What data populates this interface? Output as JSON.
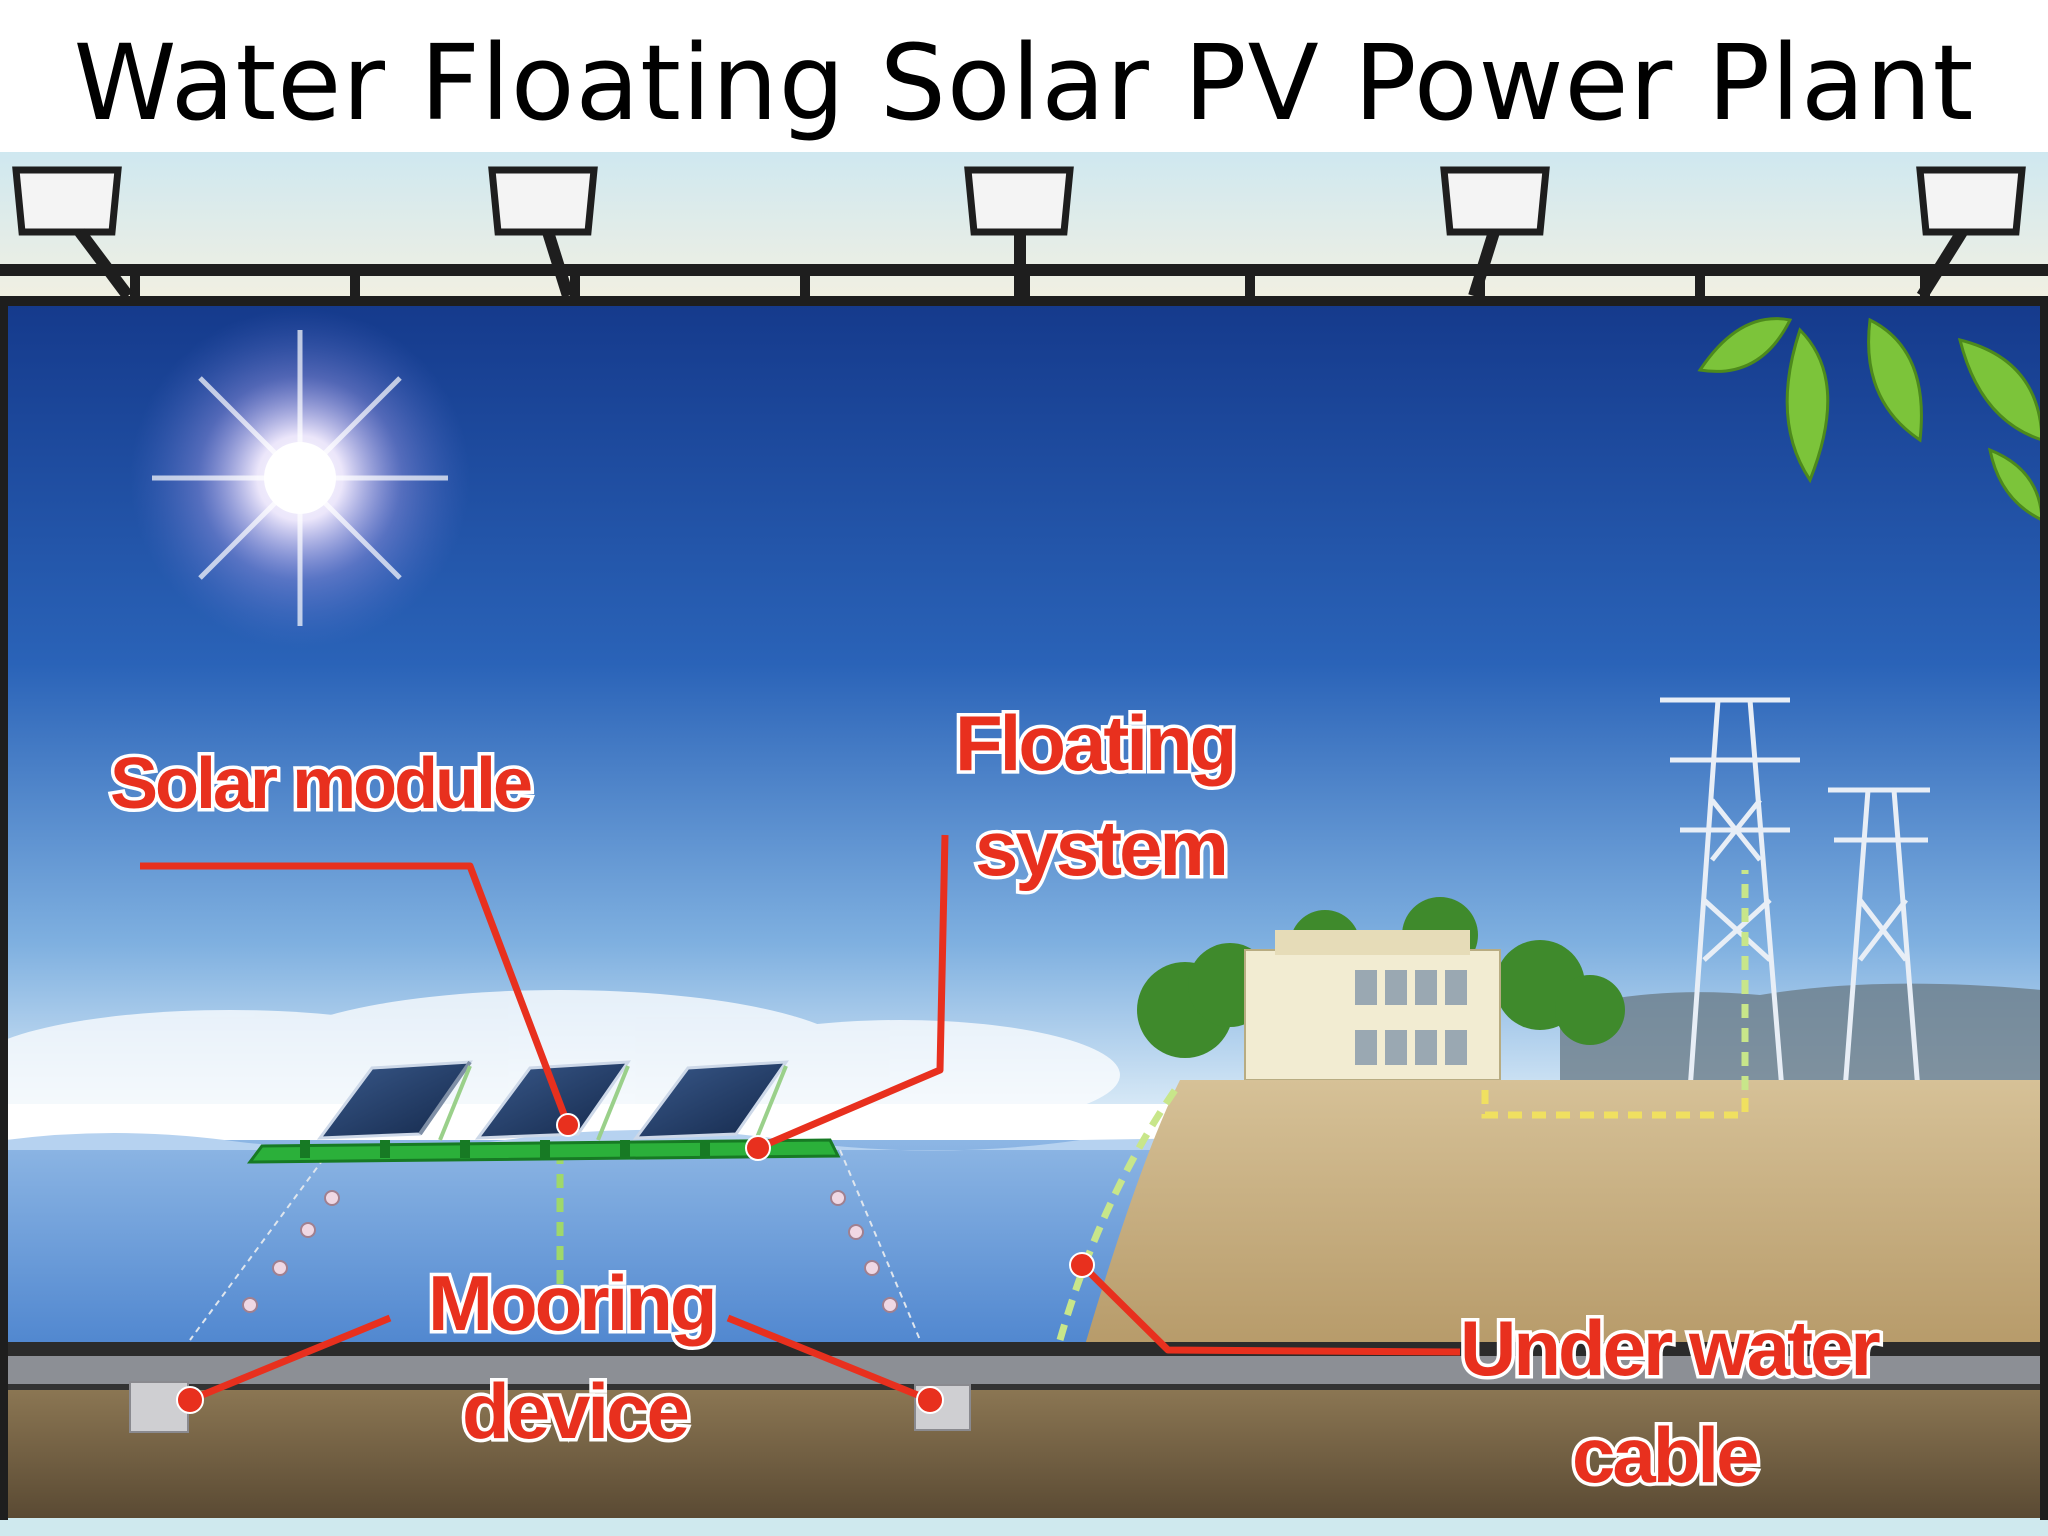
{
  "slide": {
    "title": "Water Floating Solar PV Power Plant"
  },
  "labels": {
    "solar_module": "Solar module",
    "floating_line1": "Floating",
    "floating_line2": "system",
    "mooring_line1": "Mooring",
    "mooring_line2": "device",
    "cable_line1": "Under water",
    "cable_line2": "cable"
  },
  "colors": {
    "sky_top": "#15398a",
    "sky_mid": "#2f6cc0",
    "water": "#6d9ed8",
    "ground": "#c9b285",
    "callout_red": "#e8301e",
    "float_green": "#2bb03a"
  }
}
